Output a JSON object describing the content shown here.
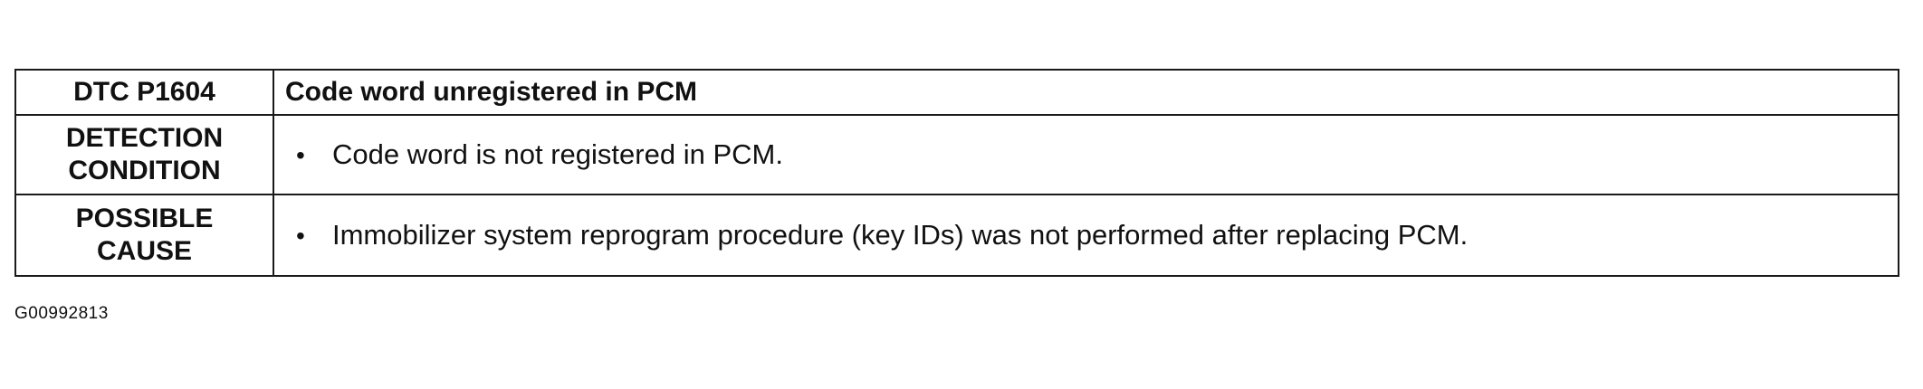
{
  "table": {
    "header": {
      "code": "DTC P1604",
      "title": "Code word unregistered in PCM"
    },
    "rows": [
      {
        "label_lines": [
          "DETECTION",
          "CONDITION"
        ],
        "bullet": "•",
        "text": "Code word is not registered in PCM."
      },
      {
        "label_lines": [
          "POSSIBLE",
          "CAUSE"
        ],
        "bullet": "•",
        "text": "Immobilizer system reprogram procedure (key IDs) was not performed after replacing PCM."
      }
    ]
  },
  "figure_id": "G00992813"
}
